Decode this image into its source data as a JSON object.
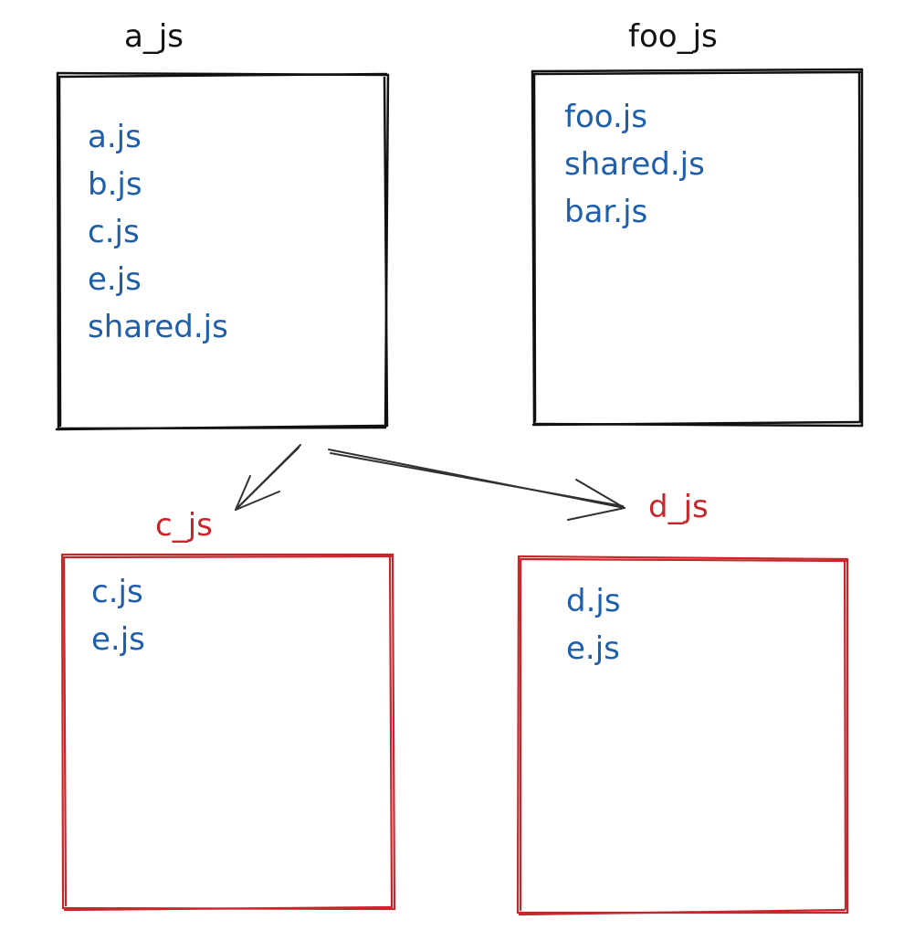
{
  "diagram": {
    "bundles": [
      {
        "id": "a_js",
        "title": "a_js",
        "files": [
          "a.js",
          "b.js",
          "c.js",
          "e.js",
          "shared.js"
        ],
        "color": "#111111"
      },
      {
        "id": "foo_js",
        "title": "foo_js",
        "files": [
          "foo.js",
          "shared.js",
          "bar.js"
        ],
        "color": "#111111"
      },
      {
        "id": "c_js",
        "title": "c_js",
        "files": [
          "c.js",
          "e.js"
        ],
        "color": "#c8262b"
      },
      {
        "id": "d_js",
        "title": "d_js",
        "files": [
          "d.js",
          "e.js"
        ],
        "color": "#c8262b"
      }
    ],
    "arrows": [
      {
        "from": "a_js",
        "to": "c_js"
      },
      {
        "from": "a_js",
        "to": "d_js"
      }
    ],
    "colors": {
      "black_stroke": "#111111",
      "red_stroke": "#c8262b",
      "file_text": "#1f5ea8"
    }
  }
}
